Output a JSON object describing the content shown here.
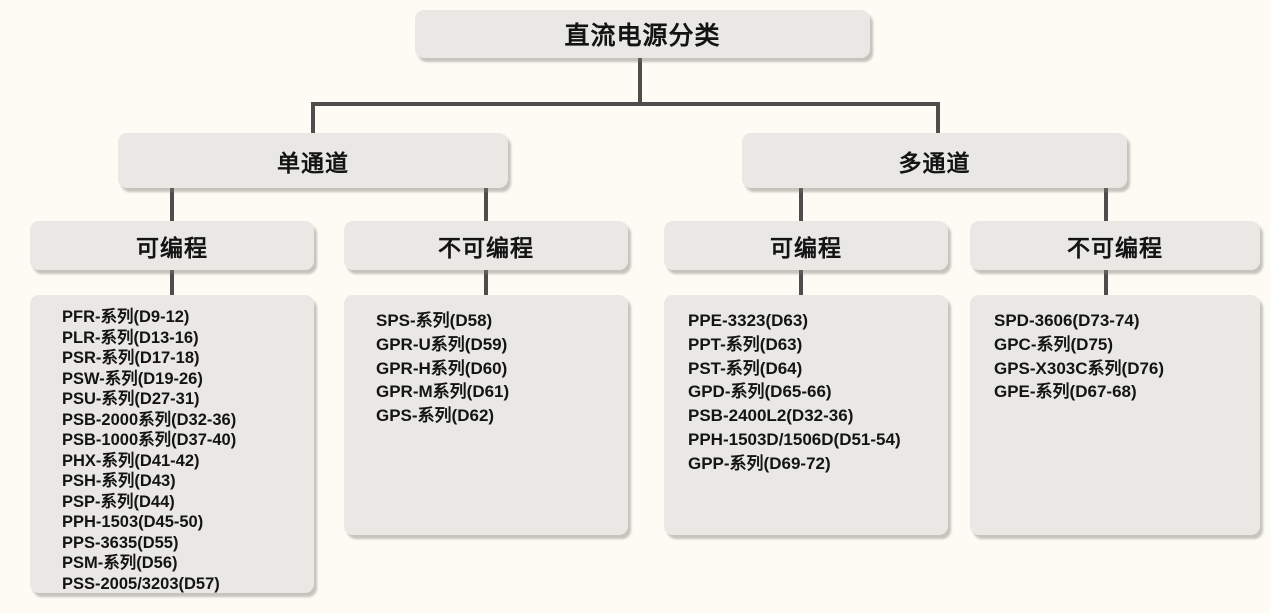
{
  "title": "直流电源分类",
  "tree": {
    "root": {
      "label": "直流电源分类"
    },
    "branches": [
      {
        "label": "单通道",
        "children": [
          {
            "label": "可编程",
            "items": [
              "PFR-系列(D9-12)",
              "PLR-系列(D13-16)",
              "PSR-系列(D17-18)",
              "PSW-系列(D19-26)",
              "PSU-系列(D27-31)",
              "PSB-2000系列(D32-36)",
              "PSB-1000系列(D37-40)",
              "PHX-系列(D41-42)",
              "PSH-系列(D43)",
              "PSP-系列(D44)",
              "PPH-1503(D45-50)",
              "PPS-3635(D55)",
              "PSM-系列(D56)",
              "PSS-2005/3203(D57)"
            ]
          },
          {
            "label": "不可编程",
            "items": [
              "SPS-系列(D58)",
              "GPR-U系列(D59)",
              "GPR-H系列(D60)",
              "GPR-M系列(D61)",
              "GPS-系列(D62)"
            ]
          }
        ]
      },
      {
        "label": "多通道",
        "children": [
          {
            "label": "可编程",
            "items": [
              "PPE-3323(D63)",
              "PPT-系列(D63)",
              "PST-系列(D64)",
              "GPD-系列(D65-66)",
              "PSB-2400L2(D32-36)",
              "PPH-1503D/1506D(D51-54)",
              "GPP-系列(D69-72)"
            ]
          },
          {
            "label": "不可编程",
            "items": [
              "SPD-3606(D73-74)",
              "GPC-系列(D75)",
              "GPS-X303C系列(D76)",
              "GPE-系列(D67-68)"
            ]
          }
        ]
      }
    ]
  },
  "colors": {
    "background": "#fdfbf4",
    "box_fill": "#e9e8e5",
    "line": "#4d4d4d",
    "text": "#141414"
  }
}
